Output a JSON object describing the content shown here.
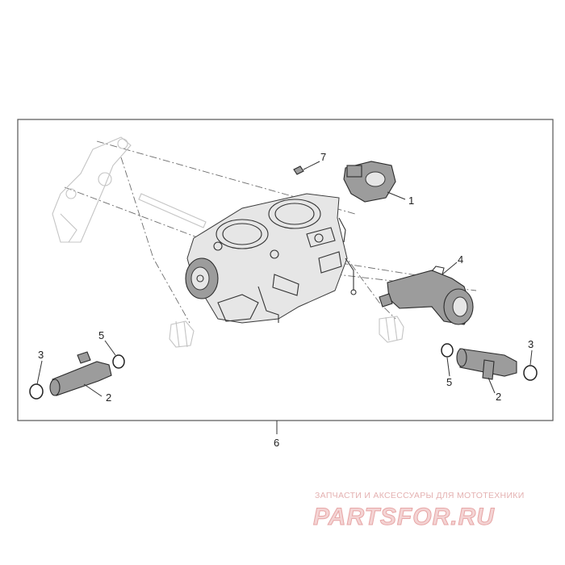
{
  "diagram": {
    "callouts": [
      {
        "id": "c1",
        "label": "1"
      },
      {
        "id": "c2a",
        "label": "2"
      },
      {
        "id": "c2b",
        "label": "2"
      },
      {
        "id": "c3a",
        "label": "3"
      },
      {
        "id": "c3b",
        "label": "3"
      },
      {
        "id": "c4",
        "label": "4"
      },
      {
        "id": "c5a",
        "label": "5"
      },
      {
        "id": "c5b",
        "label": "5"
      },
      {
        "id": "c6",
        "label": "6"
      },
      {
        "id": "c7",
        "label": "7"
      }
    ]
  },
  "watermark": {
    "tagline": "ЗАПЧАСТИ И АКСЕССУАРЫ ДЛЯ МОТОТЕХНИКИ",
    "brand": "PARTSFOR.RU"
  }
}
